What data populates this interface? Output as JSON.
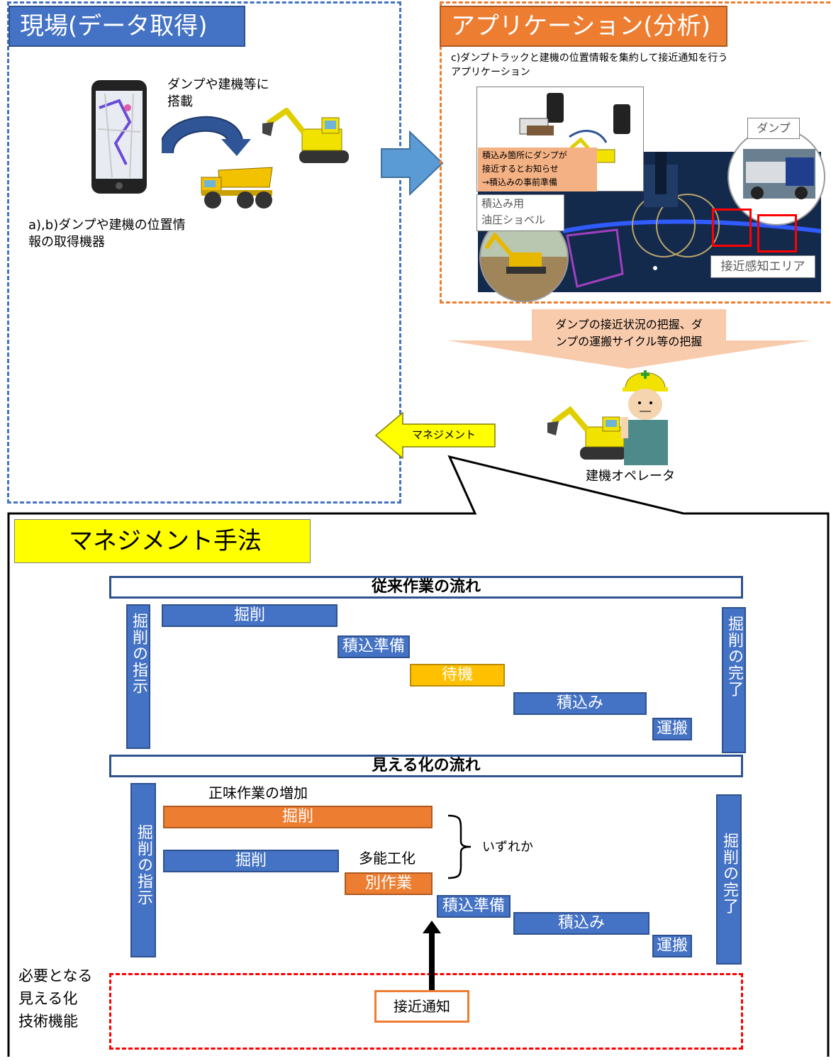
{
  "field": {
    "title": "現場(データ取得)",
    "mount_label": "ダンプや建機等に\n搭載",
    "device_caption": "a),b)ダンプや建機の位置情\n報の取得機器"
  },
  "app": {
    "title": "アプリケーション(分析)",
    "description": "c)ダンプトラックと建機の位置情報を集約して接近通知を行う\n アプリケーション",
    "notice_text": "積込み箇所にダンプが\n接近するとお知らせ\n→積込みの事前準備",
    "shovel_label": "積込み用\n油圧ショベル",
    "dump_label": "ダンプ",
    "area_label": "接近感知エリア"
  },
  "analysis_arrow": "ダンプの接近状況の把握、ダ\nンプの運搬サイクル等の把握",
  "operator_label": "建機オペレータ",
  "management_arrow": "マネジメント",
  "method": {
    "title": "マネジメント手法",
    "conventional": {
      "header": "従来作業の流れ",
      "start": "掘削の指示",
      "end": "掘削の完了",
      "steps": [
        "掘削",
        "積込準備",
        "待機",
        "積込み",
        "運搬"
      ]
    },
    "visualized": {
      "header": "見える化の流れ",
      "start": "掘削の指示",
      "end": "掘削の完了",
      "net_increase": "正味作業の増加",
      "excavation_a": "掘削",
      "excavation_b": "掘削",
      "multiskill": "多能工化",
      "other_work": "別作業",
      "either": "いずれか",
      "prep": "積込準備",
      "load": "積込み",
      "haul": "運搬"
    },
    "required_label": "必要となる\n見える化\n技術機能",
    "notification": "接近通知"
  },
  "colors": {
    "blue": "#4472c4",
    "orange": "#ed7d31",
    "yellow": "#ffff00",
    "waiting": "#ffc000"
  }
}
